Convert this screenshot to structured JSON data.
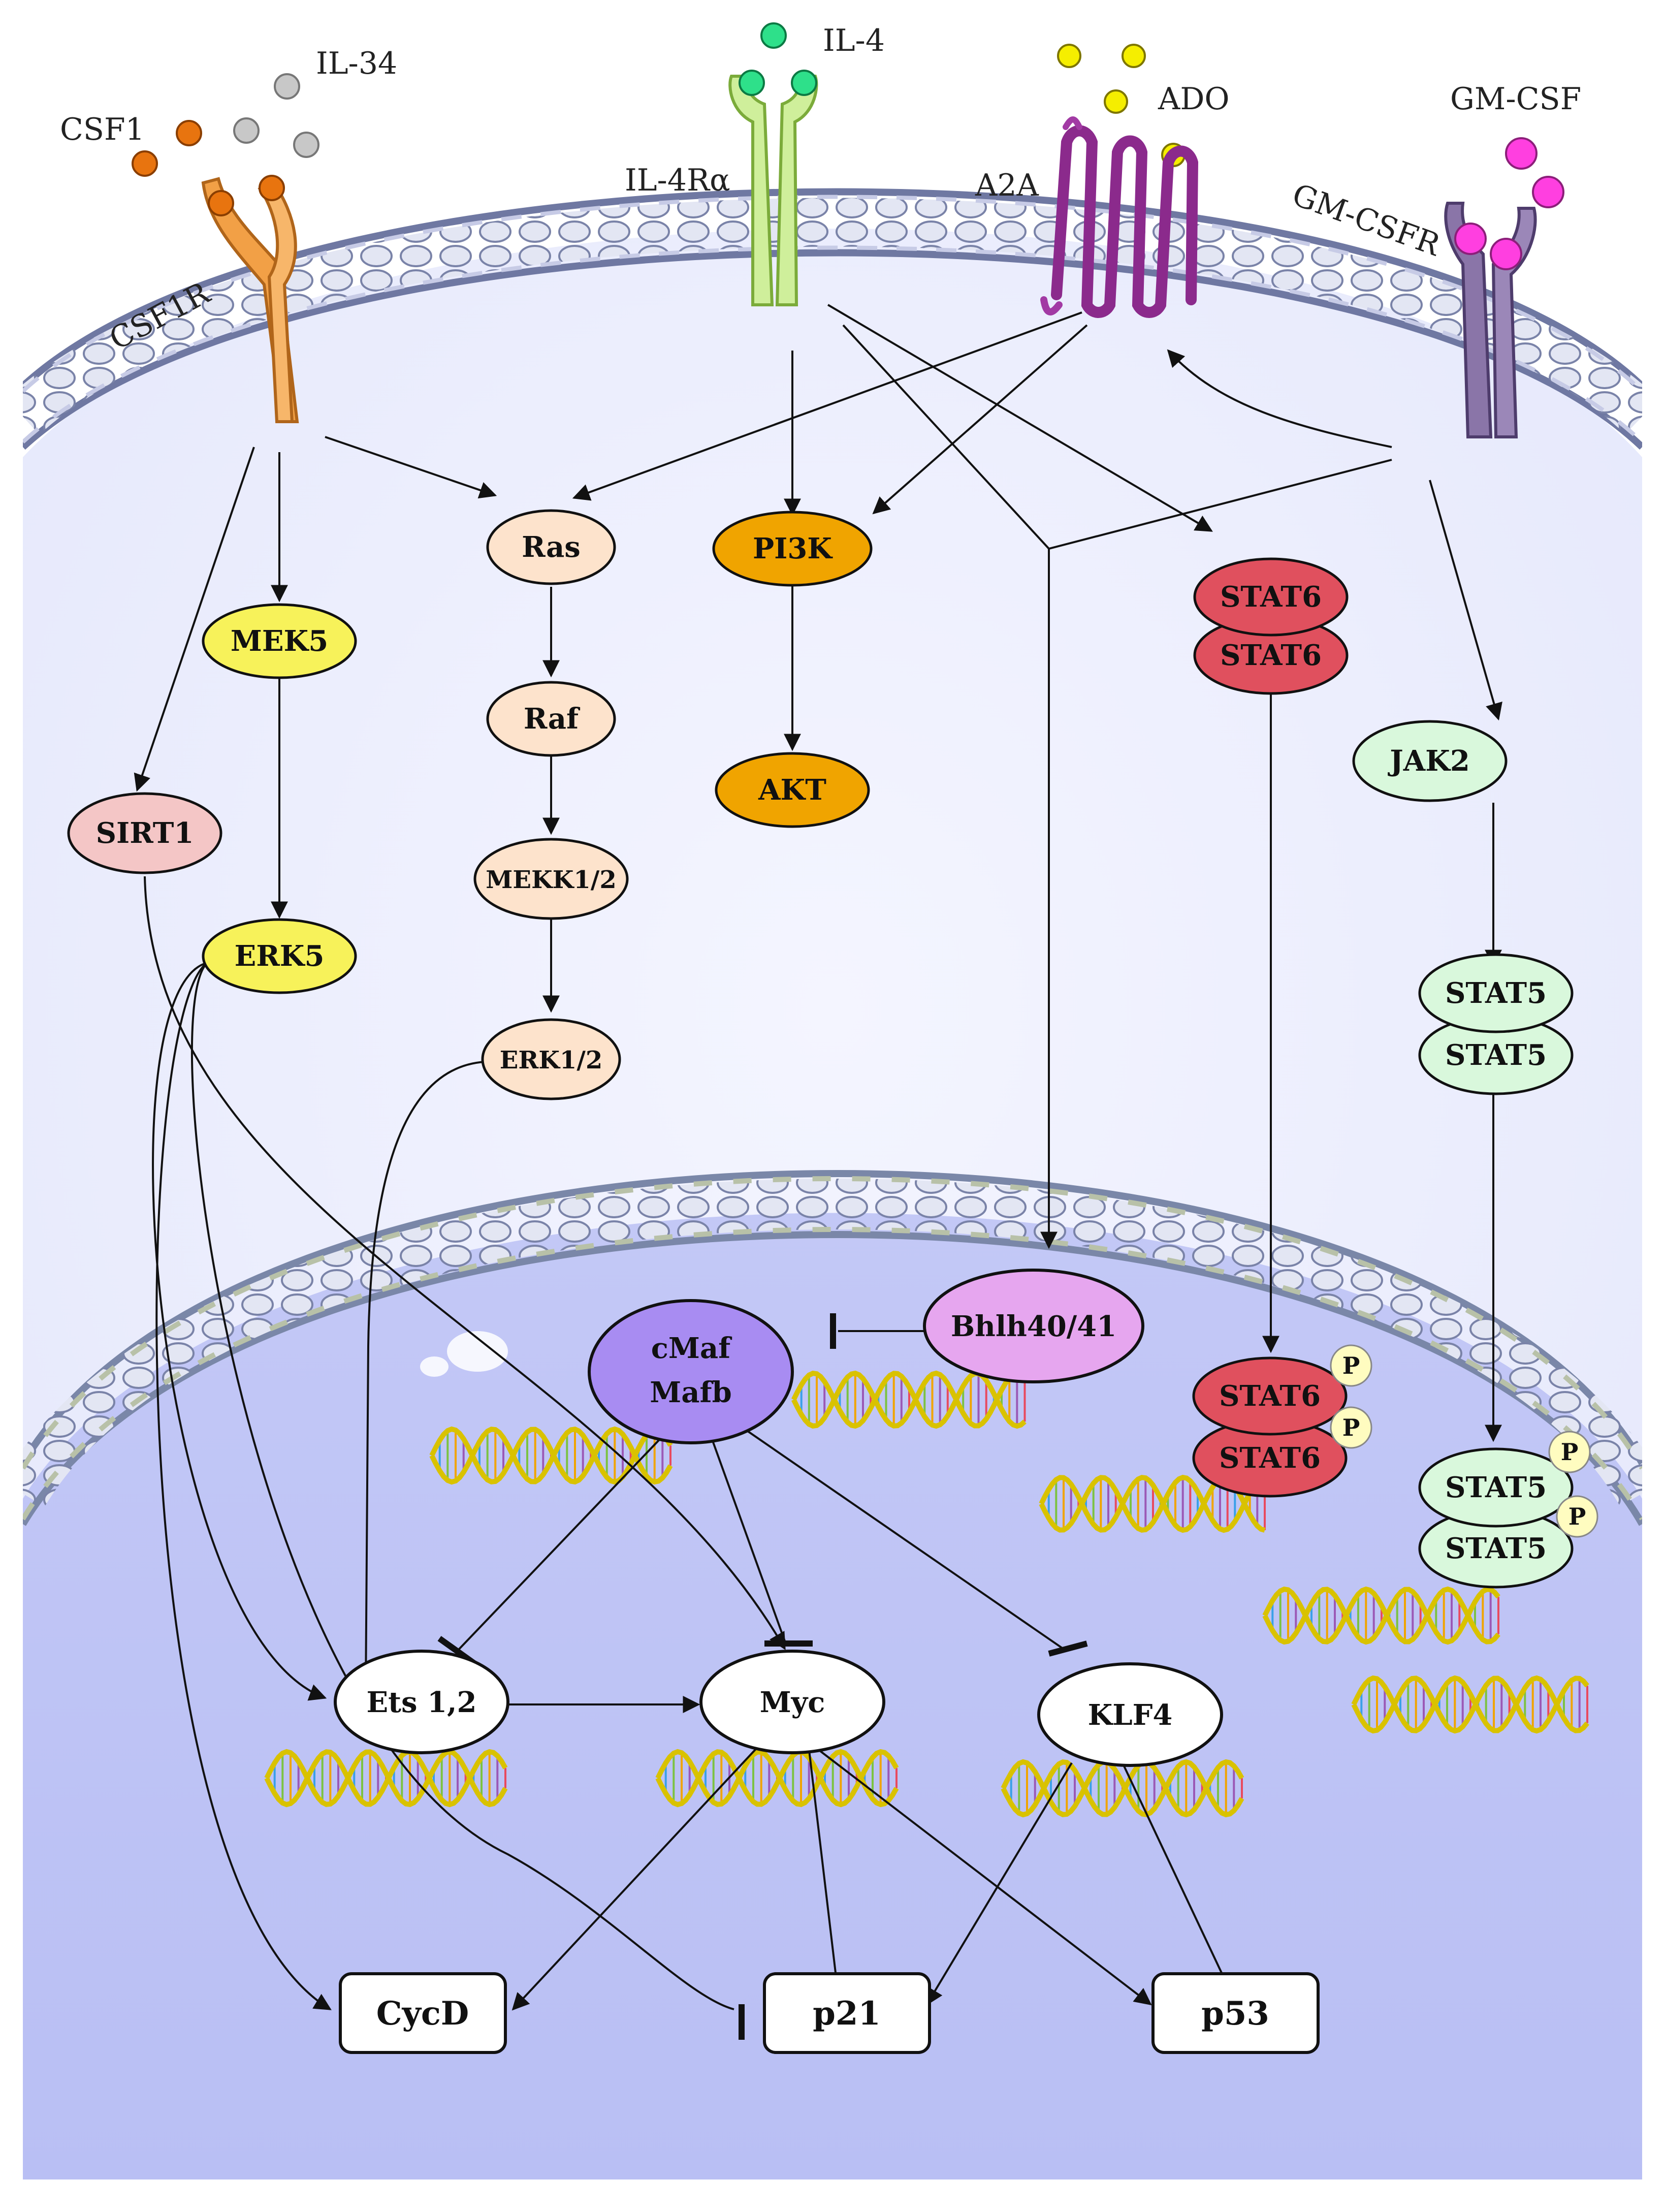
{
  "ligands": {
    "csf1": "CSF1",
    "il34": "IL-34",
    "il4": "IL-4",
    "ado": "ADO",
    "gmcsf": "GM-CSF"
  },
  "receptors": {
    "csf1r": "CSF1R",
    "il4ra": "IL-4Rα",
    "a2a": "A2A",
    "gmcsfr": "GM-CSFR"
  },
  "nodes": {
    "ras": "Ras",
    "raf": "Raf",
    "mekk": "MEKK1/2",
    "erk12": "ERK1/2",
    "mek5": "MEK5",
    "erk5": "ERK5",
    "sirt1": "SIRT1",
    "pi3k": "PI3K",
    "akt": "AKT",
    "stat6": "STAT6",
    "jak2": "JAK2",
    "stat5": "STAT5",
    "cmaf": "cMaf",
    "mafb": "Mafb",
    "bhlh": "Bhlh40/41",
    "ets": "Ets 1,2",
    "myc": "Myc",
    "klf4": "KLF4",
    "cycd": "CycD",
    "p21": "p21",
    "p53": "p53",
    "phospho": "P"
  },
  "colors": {
    "csf1": "#e8740f",
    "il34": "#c8c8c8",
    "il4": "#2ee08a",
    "ado": "#f5ee00",
    "gmcsf": "#ff3fe0",
    "ras_path": "#fde3cc",
    "mek5_path": "#f7f25a",
    "sirt1": "#f4c6c6",
    "pi3k_akt": "#f0a400",
    "stat6": "#e0505e",
    "stat5_jak2": "#d9f8dc",
    "cmaf": "#a88cf2",
    "bhlh": "#e6a6ef",
    "phospho": "#fffcc0",
    "cytoplasm": "#ecefff",
    "nucleus": "#c4c9f6"
  }
}
